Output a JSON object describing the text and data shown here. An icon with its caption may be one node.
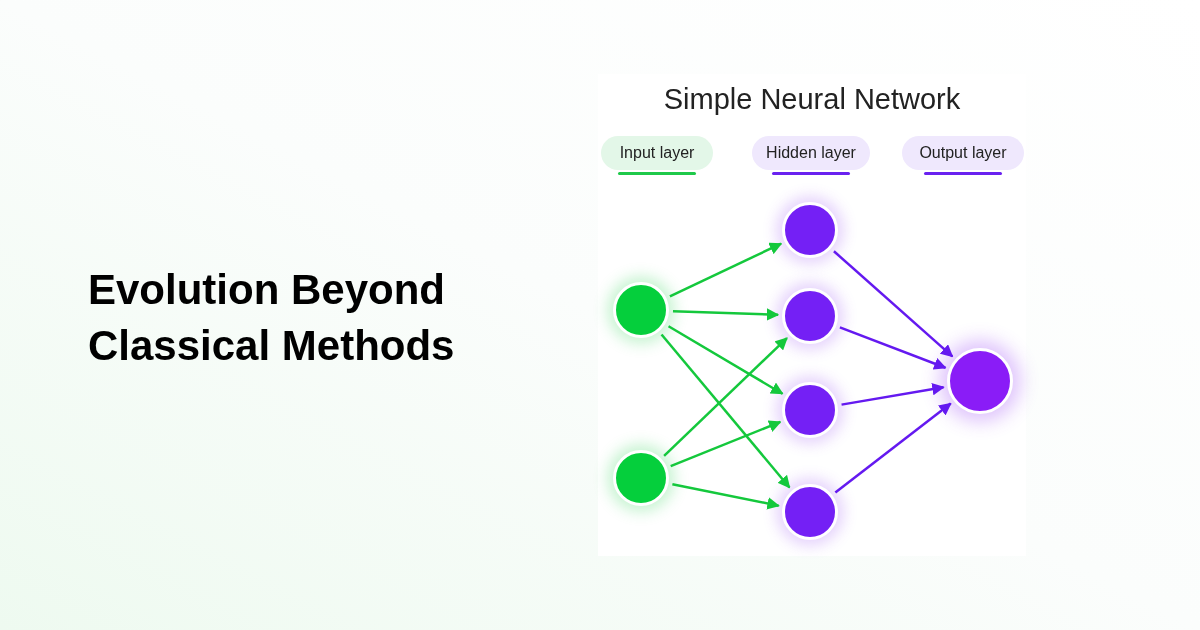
{
  "diagram": {
    "title": "Simple Neural Network",
    "nodes": [
      {
        "text": [
          "Input layer"
        ]
      },
      {
        "text": [
          "Hidden layer"
        ]
      },
      {
        "text": [
          "Output layer"
        ]
      },
      {
        "text": [],
        "shape": "circle"
      },
      {
        "text": [],
        "shape": "circle"
      },
      {
        "text": [],
        "shape": "circle"
      },
      {
        "text": [],
        "shape": "circle"
      },
      {
        "text": [],
        "shape": "circle"
      },
      {
        "text": [],
        "shape": "circle"
      },
      {
        "text": [],
        "shape": "circle"
      }
    ],
    "edges": [
      {
        "from": 3,
        "to": 5,
        "arrow": "to"
      },
      {
        "from": 3,
        "to": 6,
        "arrow": "to"
      },
      {
        "from": 3,
        "to": 7,
        "arrow": "to"
      },
      {
        "from": 3,
        "to": 8,
        "arrow": "to"
      },
      {
        "from": 4,
        "to": 6,
        "arrow": "to"
      },
      {
        "from": 4,
        "to": 7,
        "arrow": "to"
      },
      {
        "from": 4,
        "to": 8,
        "arrow": "to"
      },
      {
        "from": 5,
        "to": 9,
        "arrow": "to",
        "color": "#6419f0"
      },
      {
        "from": 6,
        "to": 9,
        "arrow": "to",
        "color": "#6419f0"
      },
      {
        "from": 7,
        "to": 9,
        "arrow": "to",
        "color": "#6419f0"
      },
      {
        "from": 8,
        "to": 9,
        "arrow": "to",
        "color": "#6419f0"
      }
    ],
    "labels": [
      "Evolution Beyond Classical Methods"
    ]
  }
}
